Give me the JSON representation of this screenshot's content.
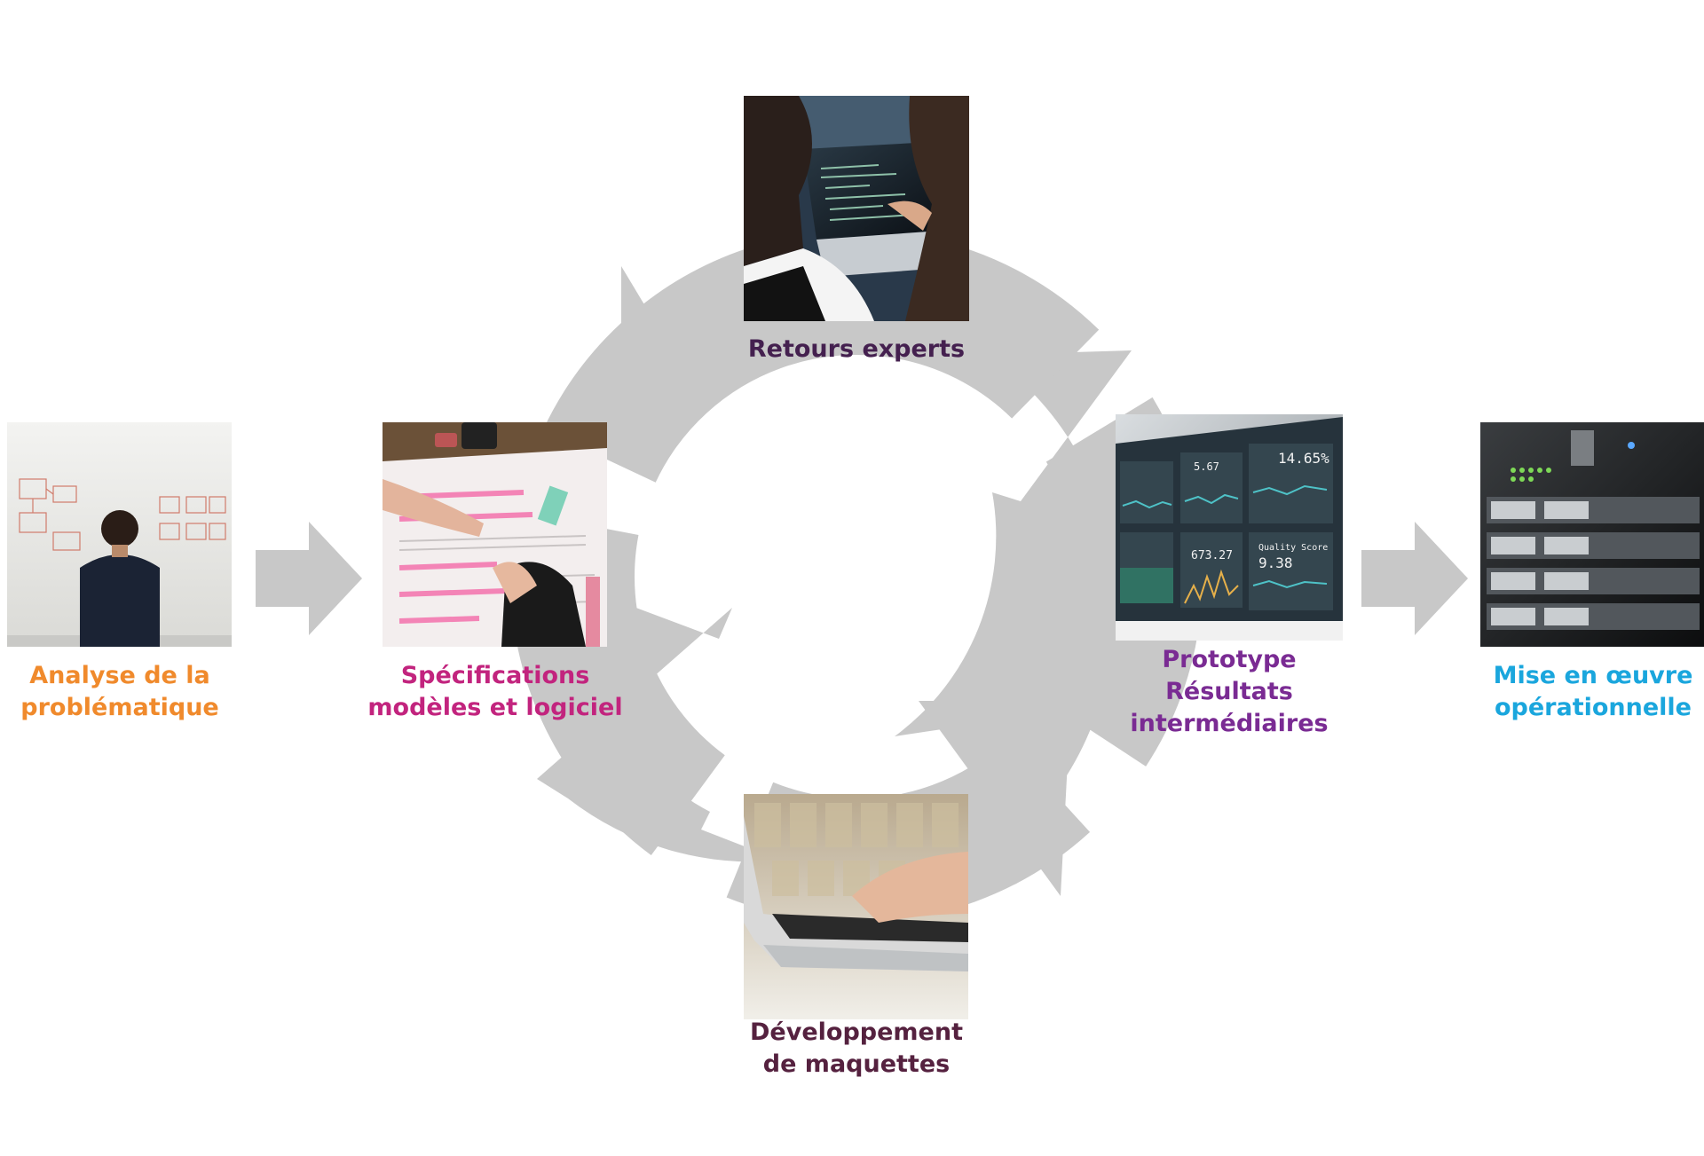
{
  "colors": {
    "arrow": "#c8c8c8",
    "analysis": "#f08a2c",
    "specs": "#c2247e",
    "experts": "#44204f",
    "prototype": "#7a2b93",
    "dev": "#55213f",
    "deploy": "#1aa6dd"
  },
  "steps": {
    "analysis": {
      "lines": [
        "Analyse de la",
        "problématique"
      ],
      "photo_icon": "whiteboard-photo-icon"
    },
    "specs": {
      "lines": [
        "Spécifications",
        "modèles et logiciel"
      ],
      "photo_icon": "document-annotation-photo-icon"
    },
    "experts": {
      "lines": [
        "Retours experts"
      ],
      "photo_icon": "laptop-review-photo-icon"
    },
    "prototype": {
      "lines": [
        "Prototype",
        "Résultats",
        "intermédiaires"
      ],
      "photo_icon": "dashboard-screens-photo-icon"
    },
    "dev": {
      "lines": [
        "Développement",
        "de maquettes"
      ],
      "photo_icon": "typing-laptop-photo-icon"
    },
    "deploy": {
      "lines": [
        "Mise en œuvre",
        "opérationnelle"
      ],
      "photo_icon": "server-rack-photo-icon"
    }
  }
}
